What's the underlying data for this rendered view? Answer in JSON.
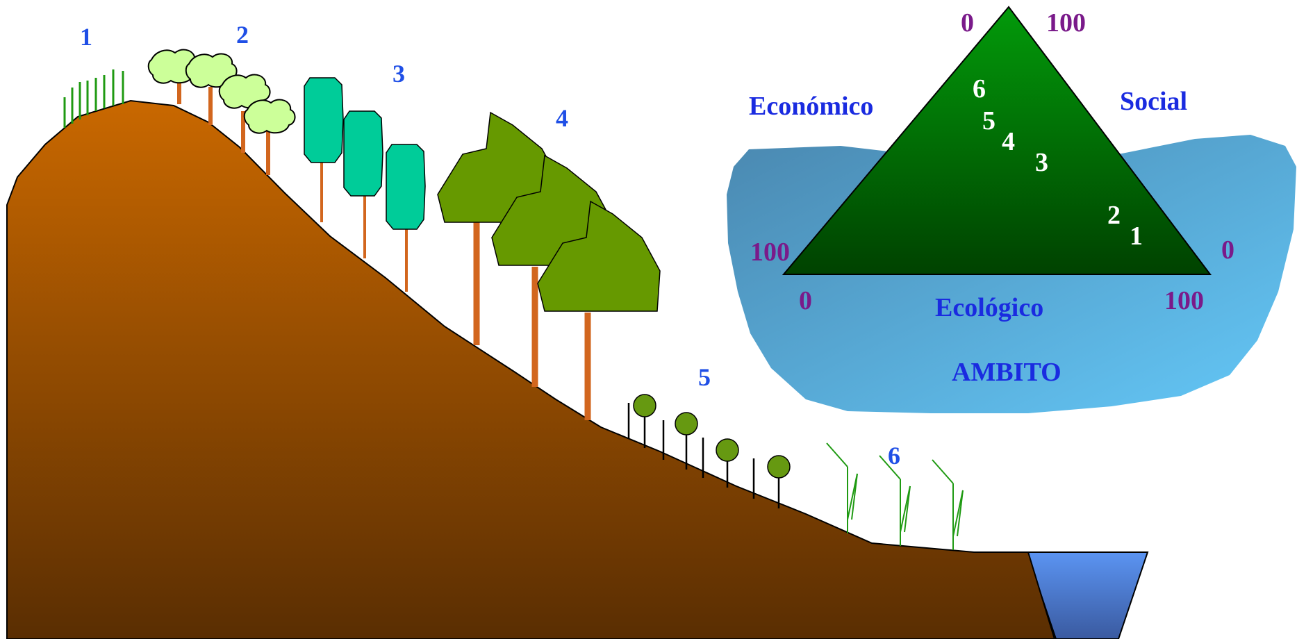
{
  "colors": {
    "hill_top": "#c96800",
    "hill_bottom": "#5a2e02",
    "water_top": "#5b94f2",
    "water_bottom": "#3a5aa0",
    "cloud_left": "#4a88b0",
    "cloud_right": "#64c8f8",
    "triangle_top": "#029a0a",
    "triangle_bottom": "#004200",
    "zone_number": "#1f4fe6",
    "axis_label": "#1a2be0",
    "tick_label": "#7a1a8a",
    "trunk": "#d2661e",
    "grass": "#1f9a12",
    "crown_pale": "#ccff99",
    "crown_teal": "#00cc99",
    "crown_olive": "#669900",
    "shrub": "#669911"
  },
  "zones": [
    {
      "label": "1",
      "vegetation": "grass-icon"
    },
    {
      "label": "2",
      "vegetation": "pale-crown-tree-icon"
    },
    {
      "label": "3",
      "vegetation": "columnar-tree-icon"
    },
    {
      "label": "4",
      "vegetation": "broad-crown-tree-icon"
    },
    {
      "label": "5",
      "vegetation": "sapling-icon"
    },
    {
      "label": "6",
      "vegetation": "reed-icon"
    }
  ],
  "triangle": {
    "labels": {
      "left": "Económico",
      "right": "Social",
      "bottom": "Ecológico",
      "footer": "AMBITO"
    },
    "ticks": {
      "apex_left": "0",
      "apex_right": "100",
      "base_left_outer": "100",
      "base_left_inner": "0",
      "base_right_outer": "0",
      "base_right_inner": "100"
    },
    "points": [
      "6",
      "5",
      "4",
      "3",
      "2",
      "1"
    ]
  }
}
